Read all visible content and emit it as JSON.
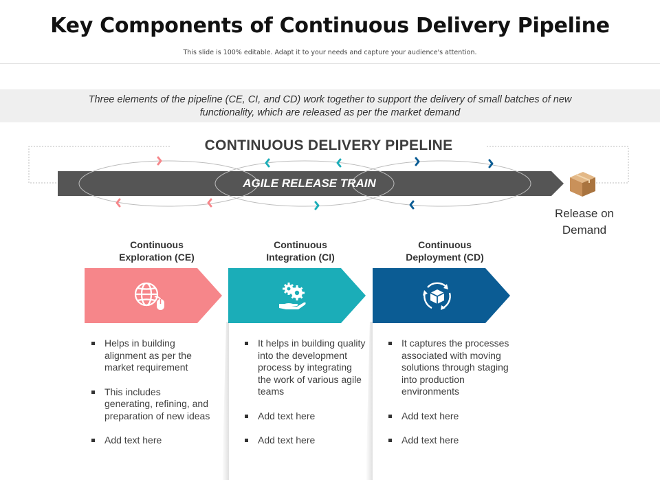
{
  "header": {
    "title": "Key Components of Continuous Delivery Pipeline",
    "subtitle": "This slide is 100% editable. Adapt it to your needs and capture your audience's attention."
  },
  "intro": "Three elements of the pipeline (CE, CI, and CD) work together to support the delivery of small batches of new functionality, which are released as per the market demand",
  "pipeline": {
    "title": "CONTINUOUS DELIVERY PIPELINE",
    "train_label": "AGILE RELEASE TRAIN",
    "release": {
      "line1": "Release on",
      "line2": "Demand",
      "icon": "package-box-icon"
    }
  },
  "colors": {
    "ce": "#F6868A",
    "ci": "#1BADB8",
    "cd": "#0B5C94",
    "train": "#555555"
  },
  "stages": [
    {
      "title_line1": "Continuous",
      "title_line2": "Exploration (CE)",
      "icon": "globe-mouse-icon",
      "bullets": [
        "Helps in building alignment as per the market requirement",
        "This includes generating, refining, and preparation of new ideas",
        "Add text here"
      ]
    },
    {
      "title_line1": "Continuous",
      "title_line2": "Integration (CI)",
      "icon": "gears-hand-icon",
      "bullets": [
        "It helps in building quality into the development process by integrating the work of various agile teams",
        "Add text here",
        "Add text here"
      ]
    },
    {
      "title_line1": "Continuous",
      "title_line2": "Deployment (CD)",
      "icon": "cube-cycle-icon",
      "bullets": [
        "It captures the processes associated with moving solutions through staging into production environments",
        "Add text here",
        "Add text here"
      ]
    }
  ]
}
